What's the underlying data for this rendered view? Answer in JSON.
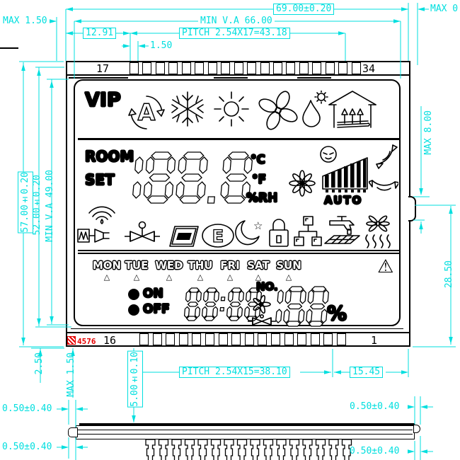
{
  "module": {
    "pin_labels": {
      "top_left": "17",
      "top_right": "34",
      "bottom_left": "16",
      "bottom_right": "1"
    },
    "logo_text": "4576",
    "pins": {
      "top_count": 18,
      "bottom_count": 16,
      "side_count": 16
    }
  },
  "display": {
    "vip": "VIP",
    "room": "ROOM",
    "set": "SET",
    "main_value": "188.8",
    "units": {
      "celsius": "°C",
      "fahrenheit": "°F",
      "humidity": "%RH"
    },
    "auto": "AUTO",
    "days": [
      "MON",
      "TUE",
      "WED",
      "THU",
      "FRI",
      "SAT",
      "SUN"
    ],
    "timer_on": "ON",
    "timer_off": "OFF",
    "time_value": "88:88",
    "no_label": "NO.",
    "humidity_value": "188",
    "percent": "%",
    "warning_glyph": "⚠",
    "star_glyph": "☆",
    "triangle_glyph": "△",
    "icons": [
      "vip-text",
      "auto-mode-recycle",
      "snowflake",
      "sun",
      "fan",
      "humidity-drop",
      "floor-heating-house",
      "sleep-face",
      "swing-flower",
      "fan-speed-bars",
      "swing-arrow-up",
      "swing-arrow-down",
      "wifi",
      "heater-plug",
      "valve",
      "memo-card",
      "energy-e",
      "night-moon-star",
      "lock",
      "network",
      "water-tap",
      "defrost-heat",
      "warning-triangle",
      "timer-on-clock",
      "timer-off-clock",
      "small-fan",
      "small-valve"
    ]
  },
  "dimensions": {
    "width_total": "69.00±0.20",
    "width_va": "MIN V.A 66.00",
    "pitch_top": "PITCH 2.54X17=43.18",
    "offset_left": "12.91",
    "pin_width": "1.50",
    "max_top_left": "MAX 1.50",
    "max_top_right": "MAX 0",
    "height_total": "57.00±0.20",
    "height_glass": "52.00±0.20",
    "height_va": "MIN V.A 49.00",
    "max_right": "MAX 8.00",
    "tab_offset": "28.50",
    "pin_length": "5.00±0.10",
    "pitch_bottom": "PITCH 2.54X15=38.10",
    "offset_right": "15.45",
    "bar_height": "2.50",
    "max_bottom_left": "MAX 1.50",
    "side_offset_tl": "0.50±0.40",
    "side_offset_bl": "0.50±0.40",
    "side_offset_tr": "0.50±0.40",
    "side_offset_br": "0.50±0.40"
  },
  "colors": {
    "dimension": "#00dfdf",
    "line": "#000000",
    "logo": "#e60000",
    "background": "#ffffff"
  }
}
